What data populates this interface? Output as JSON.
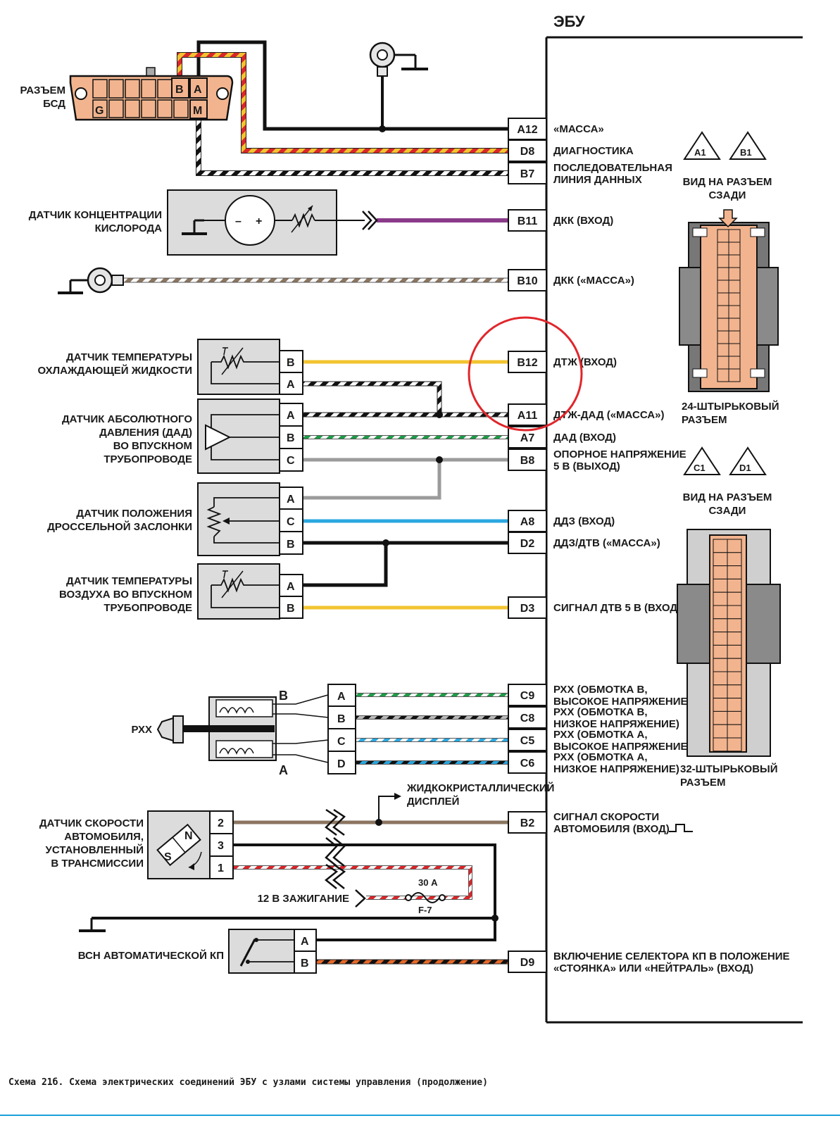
{
  "ecu": {
    "title": "ЭБУ"
  },
  "ecu_pins": [
    {
      "id": "A12",
      "label": [
        "«МАССА»"
      ]
    },
    {
      "id": "D8",
      "label": [
        "ДИАГНОСТИКА"
      ]
    },
    {
      "id": "B7",
      "label": [
        "ПОСЛЕДОВАТЕЛЬНАЯ",
        "ЛИНИЯ ДАННЫХ"
      ]
    },
    {
      "id": "B11",
      "label": [
        "ДКК (ВХОД)"
      ]
    },
    {
      "id": "B10",
      "label": [
        "ДКК («МАССА»)"
      ]
    },
    {
      "id": "B12",
      "label": [
        "ДТЖ (ВХОД)"
      ]
    },
    {
      "id": "A11",
      "label": [
        "ДТЖ-ДАД («МАССА»)"
      ]
    },
    {
      "id": "A7",
      "label": [
        "ДАД (ВХОД)"
      ]
    },
    {
      "id": "B8",
      "label": [
        "ОПОРНОЕ НАПРЯЖЕНИЕ",
        "5 В (ВЫХОД)"
      ]
    },
    {
      "id": "A8",
      "label": [
        "ДДЗ (ВХОД)"
      ]
    },
    {
      "id": "D2",
      "label": [
        "ДДЗ/ДТВ («МАССА»)"
      ]
    },
    {
      "id": "D3",
      "label": [
        "СИГНАЛ ДТВ 5 В (ВХОД)"
      ]
    },
    {
      "id": "C9",
      "label": [
        "РХХ (ОБМОТКА В,",
        "ВЫСОКОЕ НАПРЯЖЕНИЕ)"
      ]
    },
    {
      "id": "C8",
      "label": [
        "РХХ (ОБМОТКА В,",
        "НИЗКОЕ НАПРЯЖЕНИЕ)"
      ]
    },
    {
      "id": "C5",
      "label": [
        "РХХ (ОБМОТКА А,",
        "ВЫСОКОЕ НАПРЯЖЕНИЕ)"
      ]
    },
    {
      "id": "C6",
      "label": [
        "РХХ (ОБМОТКА А,",
        "НИЗКОЕ НАПРЯЖЕНИЕ)"
      ]
    },
    {
      "id": "B2",
      "label": [
        "СИГНАЛ СКОРОСТИ",
        "АВТОМОБИЛЯ (ВХОД)"
      ]
    },
    {
      "id": "D9",
      "label": [
        "ВКЛЮЧЕНИЕ СЕЛЕКТОРА КП В ПОЛОЖЕНИЕ",
        "«СТОЯНКА» ИЛИ «НЕЙТРАЛЬ» (ВХОД)"
      ]
    }
  ],
  "components": {
    "diag_connector": {
      "label": [
        "РАЗЪЕМ",
        "БСД"
      ],
      "pins": [
        "G",
        "B",
        "A",
        "M"
      ]
    },
    "o2_sensor": {
      "label": [
        "ДАТЧИК КОНЦЕНТРАЦИИ",
        "КИСЛОРОДА"
      ],
      "polarity": [
        "–",
        "+"
      ]
    },
    "coolant_sensor": {
      "label": [
        "ДАТЧИК ТЕМПЕРАТУРЫ",
        "ОХЛАЖДАЮЩЕЙ ЖИДКОСТИ"
      ],
      "pins": [
        "B",
        "A"
      ]
    },
    "map_sensor": {
      "label": [
        "ДАТЧИК АБСОЛЮТНОГО",
        "ДАВЛЕНИЯ (ДАД)",
        "ВО ВПУСКНОМ",
        "ТРУБОПРОВОДЕ"
      ],
      "pins": [
        "A",
        "B",
        "C"
      ]
    },
    "tps": {
      "label": [
        "ДАТЧИК ПОЛОЖЕНИЯ",
        "ДРОССЕЛЬНОЙ ЗАСЛОНКИ"
      ],
      "pins": [
        "A",
        "C",
        "B"
      ]
    },
    "iat_sensor": {
      "label": [
        "ДАТЧИК ТЕМПЕРАТУРЫ",
        "ВОЗДУХА ВО ВПУСКНОМ",
        "ТРУБОПРОВОДЕ"
      ],
      "pins": [
        "A",
        "B"
      ]
    },
    "iac": {
      "label": "РХХ",
      "coil_b": "B",
      "coil_a": "A",
      "pins": [
        "A",
        "B",
        "C",
        "D"
      ]
    },
    "vss": {
      "label": [
        "ДАТЧИК СКОРОСТИ",
        "АВТОМОБИЛЯ,",
        "УСТАНОВЛЕННЫЙ",
        "В ТРАНСМИССИИ"
      ],
      "pins": [
        "2",
        "3",
        "1"
      ],
      "poles": [
        "N",
        "S"
      ]
    },
    "lcd": {
      "label": [
        "ЖИДКОКРИСТАЛЛИЧЕСКИЙ",
        "ДИСПЛЕЙ"
      ]
    },
    "ignition": {
      "label": "12 В ЗАЖИГАНИЕ",
      "fuse_rating": "30 А",
      "fuse_id": "F-7"
    },
    "park_switch": {
      "label": "ВСН АВТОМАТИЧЕСКОЙ КП",
      "pins": [
        "A",
        "B"
      ]
    }
  },
  "connector_views": [
    {
      "tags": [
        "A1",
        "B1"
      ],
      "view_label": [
        "ВИД НА РАЗЪЕМ",
        "СЗАДИ"
      ],
      "name": [
        "24-ШТЫРЬКОВЫЙ",
        "РАЗЪЕМ"
      ]
    },
    {
      "tags": [
        "C1",
        "D1"
      ],
      "view_label": [
        "ВИД НА РАЗЪЕМ",
        "СЗАДИ"
      ],
      "name": [
        "32-ШТЫРЬКОВЫЙ",
        "РАЗЪЕМ"
      ]
    }
  ],
  "caption": "Схема 21б. Схема электрических соединений ЭБУ с узлами системы управления (продолжение)",
  "colors": {
    "ecu_line": "#111111",
    "body_fill": "#dcdcdc",
    "connector_orange": "#f2b48e",
    "highlight_circle": "#e0262b",
    "caption_rule": "#1aa0d8",
    "wire_purple": "#8a3b8a",
    "wire_yellow": "#f2c430",
    "wire_blue": "#2aa7e0",
    "wire_green": "#1e9a47",
    "wire_grey": "#9b9b9b",
    "wire_brown": "#8b7560",
    "wire_red": "#d9262b"
  }
}
